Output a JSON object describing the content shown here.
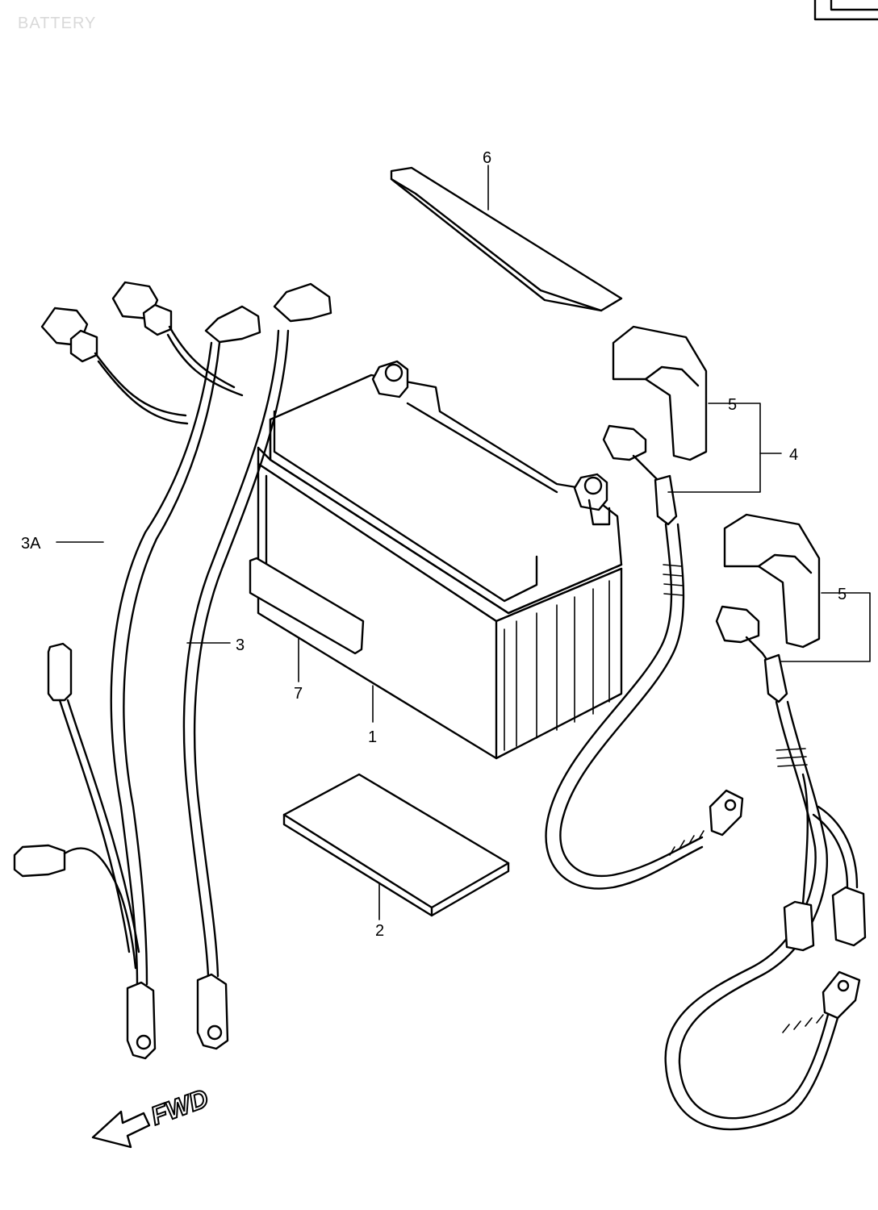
{
  "header": {
    "title": "BATTERY"
  },
  "callouts": {
    "battery": "1",
    "pad": "2",
    "negative_lead": "3",
    "harness": "3A",
    "positive_lead_assy": "4",
    "terminal_cap": "5",
    "band": "6",
    "label": "7"
  },
  "direction": {
    "label": "FWD"
  }
}
